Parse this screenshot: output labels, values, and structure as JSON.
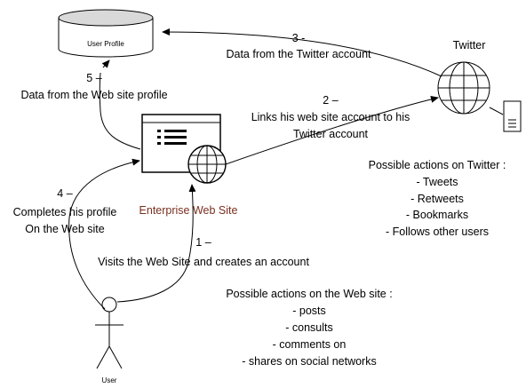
{
  "nodes": {
    "user_profile": "User Profile",
    "twitter": "Twitter",
    "enterprise_site": "Enterprise Web Site",
    "user": "User"
  },
  "steps": {
    "s1": {
      "num": "1 –",
      "text": [
        "Visits the Web Site and creates an account"
      ]
    },
    "s2": {
      "num": "2 –",
      "text": [
        "Links his web site account to his",
        "Twitter account"
      ]
    },
    "s3": {
      "num": "3 -",
      "text": [
        "Data from the Twitter account"
      ]
    },
    "s4": {
      "num": "4 –",
      "text": [
        "Completes his profile",
        "On the Web site"
      ]
    },
    "s5": {
      "num": "5 –",
      "text": [
        "Data from the Web site profile"
      ]
    }
  },
  "twitter_actions": {
    "title": "Possible actions on Twitter :",
    "items": [
      "- Tweets",
      "- Retweets",
      "- Bookmarks",
      "- Follows other users"
    ]
  },
  "website_actions": {
    "title": "Possible actions on the Web site :",
    "items": [
      "- posts",
      "- consults",
      "- comments on",
      "- shares on social networks"
    ]
  }
}
